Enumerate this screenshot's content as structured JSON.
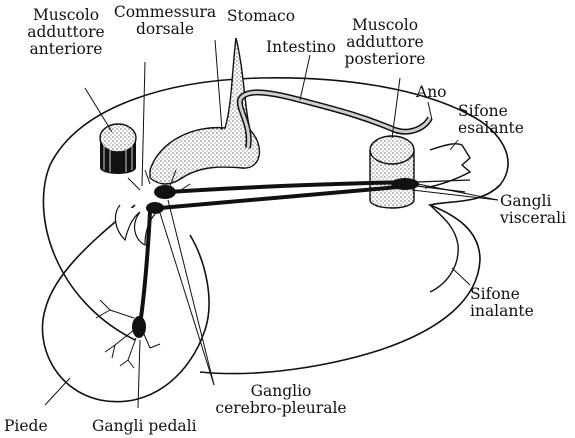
{
  "labels": {
    "muscolo_adduttore_anteriore": "Muscolo\nadduttore\nanteriore",
    "commessura_dorsale": "Commessura\ndorsale",
    "stomaco": "Stomaco",
    "intestino": "Intestino",
    "muscolo_adduttore_posteriore": "Muscolo\nadduttore\nposteriore",
    "ano": "Ano",
    "sifone_esalante": "Sifone\nesalante",
    "gangli_viscerali": "Gangli\nviscerali",
    "sifone_inalante": "Sifone\ninalante",
    "ganglio_cerebro_pleurale": "Ganglio\ncerebro-pleurale",
    "piede": "Piede",
    "gangli_pedali": "Gangli pedali"
  }
}
